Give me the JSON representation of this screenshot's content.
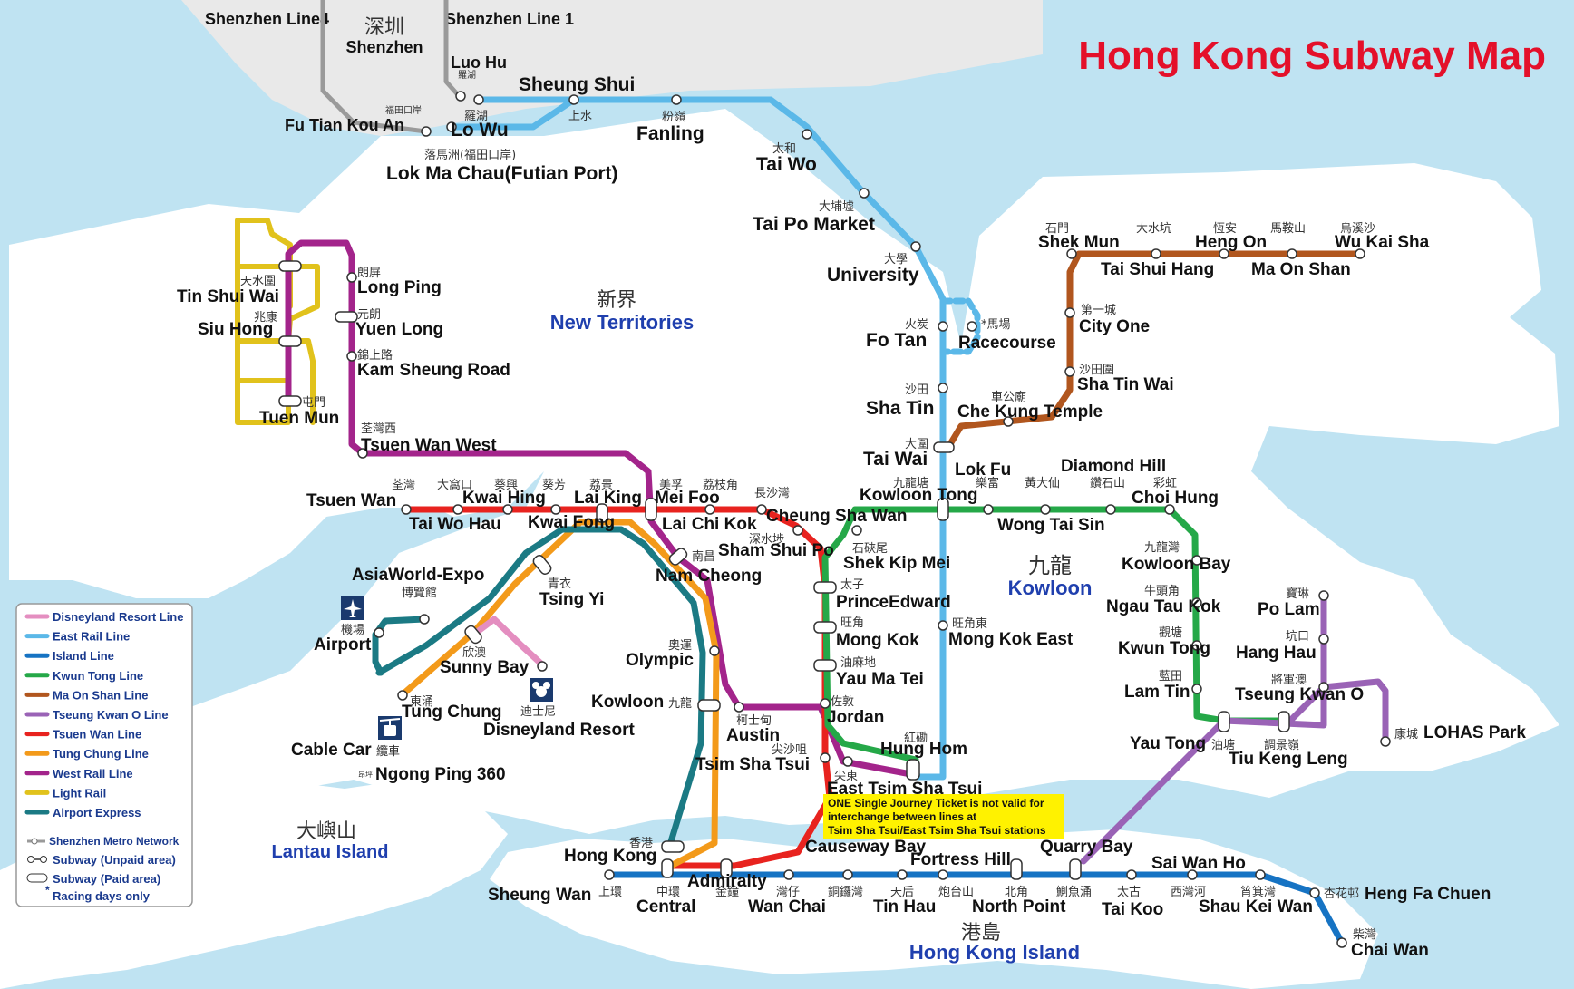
{
  "title": "Hong Kong Subway Map",
  "regions": {
    "new_territories": {
      "en": "New Territories",
      "zh": "新界"
    },
    "kowloon": {
      "en": "Kowloon",
      "zh": "九龍"
    },
    "hong_kong_island": {
      "en": "Hong Kong Island",
      "zh": "港島"
    },
    "lantau_island": {
      "en": "Lantau Island",
      "zh": "大嶼山"
    },
    "shenzhen": {
      "en": "Shenzhen",
      "zh": "深圳"
    }
  },
  "shenzhen_lines": {
    "line4": "Shenzhen Line4",
    "line1": "Shenzhen Line 1"
  },
  "colors": {
    "east_rail": "#5bb8e8",
    "west_rail": "#a3248b",
    "tsuen_wan": "#e8231f",
    "kwun_tong": "#25a848",
    "ma_on_shan": "#b1561e",
    "tseung_kwan_o": "#9a63b6",
    "island": "#1673c3",
    "tung_chung": "#f39a1a",
    "airport_express": "#1b7a84",
    "light_rail": "#e1c21c",
    "disneyland": "#e48ec0",
    "shenzhen": "#9a9a9a",
    "land": "#ffffff",
    "sea": "#bfe3f2"
  },
  "stations": {
    "luo_hu": {
      "en": "Luo Hu",
      "zh": "羅湖"
    },
    "fu_tian_kou_an": {
      "en": "Fu Tian Kou An",
      "zh": "福田口岸"
    },
    "sheung_shui": {
      "en": "Sheung Shui",
      "zh": "上水"
    },
    "lo_wu": {
      "en": "Lo Wu",
      "zh": "羅湖"
    },
    "fanling": {
      "en": "Fanling",
      "zh": "粉嶺"
    },
    "lok_ma_chau": {
      "en": "Lok Ma Chau(Futian Port)",
      "zh": "落馬洲(福田口岸)"
    },
    "tai_wo": {
      "en": "Tai Wo",
      "zh": "太和"
    },
    "tai_po_market": {
      "en": "Tai Po Market",
      "zh": "大埔墟"
    },
    "university": {
      "en": "University",
      "zh": "大學"
    },
    "fo_tan": {
      "en": "Fo Tan",
      "zh": "火炭"
    },
    "racecourse": {
      "en": "Racecourse",
      "zh": "*馬場"
    },
    "sha_tin": {
      "en": "Sha Tin",
      "zh": "沙田"
    },
    "tai_wai": {
      "en": "Tai Wai",
      "zh": "大圍"
    },
    "che_kung_temple": {
      "en": "Che Kung Temple",
      "zh": "車公廟"
    },
    "sha_tin_wai": {
      "en": "Sha Tin Wai",
      "zh": "沙田圍"
    },
    "city_one": {
      "en": "City One",
      "zh": "第一城"
    },
    "shek_mun": {
      "en": "Shek Mun",
      "zh": "石門"
    },
    "tai_shui_hang": {
      "en": "Tai Shui Hang",
      "zh": "大水坑"
    },
    "heng_on": {
      "en": "Heng On",
      "zh": "恆安"
    },
    "ma_on_shan": {
      "en": "Ma On Shan",
      "zh": "馬鞍山"
    },
    "wu_kai_sha": {
      "en": "Wu Kai Sha",
      "zh": "烏溪沙"
    },
    "tin_shui_wai": {
      "en": "Tin Shui Wai",
      "zh": "天水圍"
    },
    "long_ping": {
      "en": "Long Ping",
      "zh": "朗屏"
    },
    "siu_hong": {
      "en": "Siu Hong",
      "zh": "兆康"
    },
    "yuen_long": {
      "en": "Yuen Long",
      "zh": "元朗"
    },
    "kam_sheung_road": {
      "en": "Kam Sheung Road",
      "zh": "錦上路"
    },
    "tuen_mun": {
      "en": "Tuen Mun",
      "zh": "屯門"
    },
    "tsuen_wan_west": {
      "en": "Tsuen Wan West",
      "zh": "荃灣西"
    },
    "tsuen_wan": {
      "en": "Tsuen Wan",
      "zh": "荃灣"
    },
    "tai_wo_hau": {
      "en": "Tai Wo Hau",
      "zh": "大窩口"
    },
    "kwai_hing": {
      "en": "Kwai Hing",
      "zh": "葵興"
    },
    "kwai_fong": {
      "en": "Kwai Fong",
      "zh": "葵芳"
    },
    "lai_king": {
      "en": "Lai King",
      "zh": "荔景"
    },
    "mei_foo": {
      "en": "Mei Foo",
      "zh": "美孚"
    },
    "lai_chi_kok": {
      "en": "Lai Chi Kok",
      "zh": "荔枝角"
    },
    "cheung_sha_wan": {
      "en": "Cheung Sha Wan",
      "zh": "長沙灣"
    },
    "sham_shui_po": {
      "en": "Sham Shui Po",
      "zh": "深水埗"
    },
    "nam_cheong": {
      "en": "Nam Cheong",
      "zh": "南昌"
    },
    "shek_kip_mei": {
      "en": "Shek Kip Mei",
      "zh": "石硤尾"
    },
    "prince_edward": {
      "en": "PrinceEdward",
      "zh": "太子"
    },
    "mong_kok": {
      "en": "Mong Kok",
      "zh": "旺角"
    },
    "mong_kok_east": {
      "en": "Mong Kok East",
      "zh": "旺角東"
    },
    "yau_ma_tei": {
      "en": "Yau Ma Tei",
      "zh": "油麻地"
    },
    "jordan": {
      "en": "Jordan",
      "zh": "佐敦"
    },
    "austin": {
      "en": "Austin",
      "zh": "柯士甸"
    },
    "tsim_sha_tsui": {
      "en": "Tsim Sha Tsui",
      "zh": "尖沙咀"
    },
    "east_tsim_sha_tsui": {
      "en": "East Tsim Sha Tsui",
      "zh": "尖東"
    },
    "hung_hom": {
      "en": "Hung Hom",
      "zh": "紅磡"
    },
    "kowloon_tong": {
      "en": "Kowloon Tong",
      "zh": "九龍塘"
    },
    "lok_fu": {
      "en": "Lok Fu",
      "zh": "樂富"
    },
    "wong_tai_sin": {
      "en": "Wong Tai Sin",
      "zh": "黃大仙"
    },
    "diamond_hill": {
      "en": "Diamond Hill",
      "zh": "鑽石山"
    },
    "choi_hung": {
      "en": "Choi Hung",
      "zh": "彩虹"
    },
    "kowloon_bay": {
      "en": "Kowloon Bay",
      "zh": "九龍灣"
    },
    "ngau_tau_kok": {
      "en": "Ngau Tau Kok",
      "zh": "牛頭角"
    },
    "kwun_tong": {
      "en": "Kwun Tong",
      "zh": "觀塘"
    },
    "lam_tin": {
      "en": "Lam Tin",
      "zh": "藍田"
    },
    "yau_tong": {
      "en": "Yau Tong",
      "zh": "油塘"
    },
    "tiu_keng_leng": {
      "en": "Tiu Keng Leng",
      "zh": "調景嶺"
    },
    "tseung_kwan_o": {
      "en": "Tseung Kwan O",
      "zh": "將軍澳"
    },
    "hang_hau": {
      "en": "Hang Hau",
      "zh": "坑口"
    },
    "po_lam": {
      "en": "Po Lam",
      "zh": "寶琳"
    },
    "lohas_park": {
      "en": "LOHAS Park",
      "zh": "康城"
    },
    "olympic": {
      "en": "Olympic",
      "zh": "奧運"
    },
    "kowloon": {
      "en": "Kowloon",
      "zh": "九龍"
    },
    "tsing_yi": {
      "en": "Tsing Yi",
      "zh": "青衣"
    },
    "asiaworld_expo": {
      "en": "AsiaWorld-Expo",
      "zh": "博覽館"
    },
    "airport": {
      "en": "Airport",
      "zh": "機場"
    },
    "sunny_bay": {
      "en": "Sunny Bay",
      "zh": "欣澳"
    },
    "disneyland_resort": {
      "en": "Disneyland Resort",
      "zh": "迪士尼"
    },
    "tung_chung": {
      "en": "Tung Chung",
      "zh": "東涌"
    },
    "cable_car": {
      "en": "Cable Car",
      "zh": "纜車"
    },
    "ngong_ping": {
      "en": "Ngong Ping 360",
      "zh": "昂坪"
    },
    "hong_kong": {
      "en": "Hong Kong",
      "zh": "香港"
    },
    "sheung_wan": {
      "en": "Sheung Wan",
      "zh": "上環"
    },
    "central": {
      "en": "Central",
      "zh": "中環"
    },
    "admiralty": {
      "en": "Admiralty",
      "zh": "金鐘"
    },
    "wan_chai": {
      "en": "Wan Chai",
      "zh": "灣仔"
    },
    "causeway_bay": {
      "en": "Causeway Bay",
      "zh": "銅鑼灣"
    },
    "tin_hau": {
      "en": "Tin Hau",
      "zh": "天后"
    },
    "fortress_hill": {
      "en": "Fortress Hill",
      "zh": "炮台山"
    },
    "north_point": {
      "en": "North Point",
      "zh": "北角"
    },
    "quarry_bay": {
      "en": "Quarry Bay",
      "zh": "鰂魚涌"
    },
    "tai_koo": {
      "en": "Tai Koo",
      "zh": "太古"
    },
    "sai_wan_ho": {
      "en": "Sai Wan Ho",
      "zh": "西灣河"
    },
    "shau_kei_wan": {
      "en": "Shau Kei Wan",
      "zh": "筲箕灣"
    },
    "heng_fa_chuen": {
      "en": "Heng Fa Chuen",
      "zh": "杏花邨"
    },
    "chai_wan": {
      "en": "Chai Wan",
      "zh": "柴灣"
    }
  },
  "note": {
    "line1": "ONE Single Journey Ticket is not valid for",
    "line2": "interchange between lines at",
    "line3": "Tsim Sha Tsui/East Tsim Sha Tsui stations"
  },
  "legend": {
    "lines": [
      {
        "label": "Disneyland Resort Line",
        "color": "#e48ec0"
      },
      {
        "label": "East Rail Line",
        "color": "#5bb8e8"
      },
      {
        "label": "Island Line",
        "color": "#1673c3"
      },
      {
        "label": "Kwun Tong Line",
        "color": "#25a848"
      },
      {
        "label": "Ma On Shan Line",
        "color": "#b1561e"
      },
      {
        "label": "Tseung Kwan O Line",
        "color": "#9a63b6"
      },
      {
        "label": "Tsuen Wan Line",
        "color": "#e8231f"
      },
      {
        "label": "Tung Chung Line",
        "color": "#f39a1a"
      },
      {
        "label": "West Rail Line",
        "color": "#a3248b"
      },
      {
        "label": "Light Rail",
        "color": "#e1c21c"
      },
      {
        "label": "Airport Express",
        "color": "#1b7a84"
      }
    ],
    "symbols": [
      {
        "label": "Shenzhen Metro Network",
        "icon": "shenzhen-line-icon"
      },
      {
        "label": "Subway (Unpaid area)",
        "icon": "unpaid-interchange-icon"
      },
      {
        "label": "Subway (Paid area)",
        "icon": "paid-interchange-icon"
      },
      {
        "label": "Racing days only",
        "icon": "asterisk-icon"
      }
    ]
  }
}
